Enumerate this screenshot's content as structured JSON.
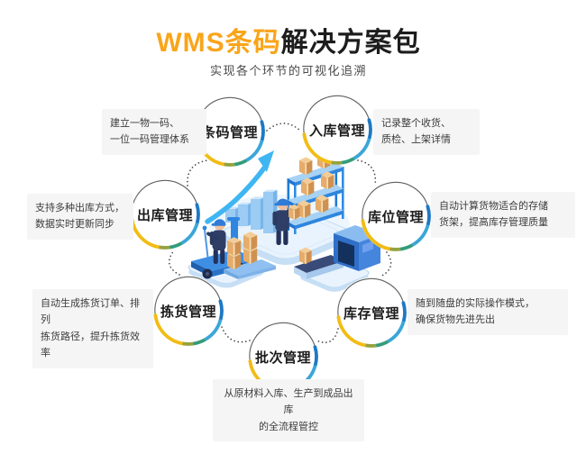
{
  "title": {
    "highlight": "WMS条码",
    "rest": "解决方案包"
  },
  "subtitle": "实现各个环节的可视化追溯",
  "nodes": [
    {
      "id": "barcode",
      "label": "条码管理",
      "note": "建立一物一码、\n一位一码管理体系",
      "note_side": "left"
    },
    {
      "id": "inbound",
      "label": "入库管理",
      "note": "记录整个收货、\n质检、上架详情",
      "note_side": "right"
    },
    {
      "id": "outbound",
      "label": "出库管理",
      "note": "支持多种出库方式，\n数据实时更新同步",
      "note_side": "left"
    },
    {
      "id": "location",
      "label": "库位管理",
      "note": "自动计算货物适合的存储\n货架，提高库存管理质量",
      "note_side": "right"
    },
    {
      "id": "picking",
      "label": "拣货管理",
      "note": "自动生成拣货订单、排列\n拣货路径，提升拣货效率",
      "note_side": "left"
    },
    {
      "id": "inventory",
      "label": "库存管理",
      "note": "随到随盘的实际操作模式，\n确保货物先进先出",
      "note_side": "right"
    },
    {
      "id": "batch",
      "label": "批次管理",
      "note": "从原材料入库、生产到成品出库\n的全流程管控",
      "note_side": "bottom"
    }
  ],
  "colors": {
    "accent_orange": "#F9A51A",
    "ring_gray": "#5f5f5f",
    "ring_yellow": "#F2BC15",
    "ring_olive": "#97A23F",
    "ring_teal": "#339C7A",
    "ring_blue_dark": "#1E78C4",
    "ring_blue_light": "#3BA6D8",
    "note_bg": "#F5F5F5",
    "illustration_blue": "#2E86E0",
    "platform_blue": "#E9F3FD",
    "box_tan": "#E5AC6B"
  },
  "illustration": {
    "center_icons": [
      "warehouse-shelf-icon",
      "cargo-box-icon",
      "worker-icon",
      "pallet-truck-icon",
      "bar-chart-growth-icon",
      "arrow-up-icon",
      "conveyor-scanner-icon"
    ]
  }
}
